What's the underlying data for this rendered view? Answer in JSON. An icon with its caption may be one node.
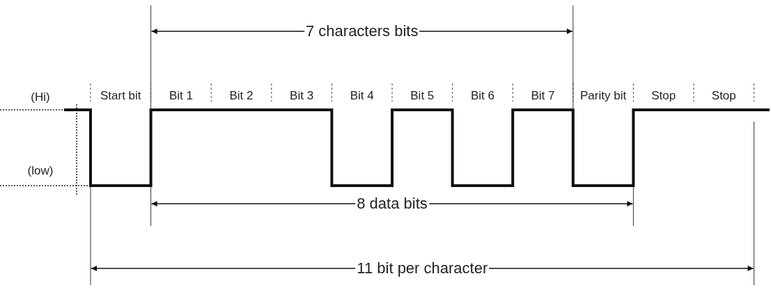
{
  "diagram": {
    "labels": [
      "7 characters bits",
      "(Hi)",
      "Start bit",
      "Bit 1",
      "Bit 2",
      "Bit 3",
      "Bit 4",
      "Bit 5",
      "Bit 6",
      "Bit 7",
      "Parity bit",
      "Stop",
      "Stop",
      "(low)",
      "8 data bits",
      "11 bit per character"
    ]
  }
}
